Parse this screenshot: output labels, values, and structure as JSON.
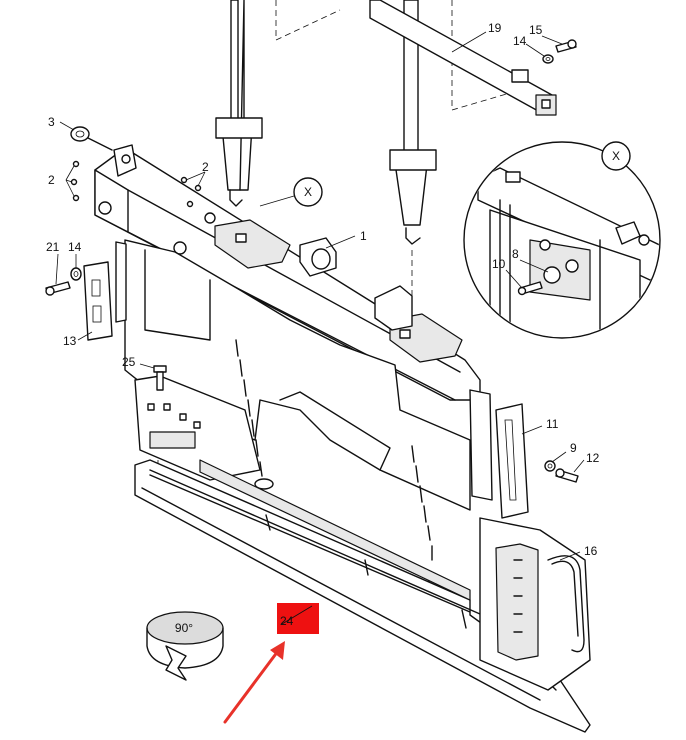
{
  "callouts": [
    {
      "id": "c1",
      "text": "1"
    },
    {
      "id": "c2a",
      "text": "2"
    },
    {
      "id": "c2b",
      "text": "2"
    },
    {
      "id": "c3",
      "text": "3"
    },
    {
      "id": "c8",
      "text": "8"
    },
    {
      "id": "c9",
      "text": "9"
    },
    {
      "id": "c10",
      "text": "10"
    },
    {
      "id": "c11",
      "text": "11"
    },
    {
      "id": "c12",
      "text": "12"
    },
    {
      "id": "c13",
      "text": "13"
    },
    {
      "id": "c14a",
      "text": "14"
    },
    {
      "id": "c14b",
      "text": "14"
    },
    {
      "id": "c15",
      "text": "15"
    },
    {
      "id": "c16",
      "text": "16"
    },
    {
      "id": "c19",
      "text": "19"
    },
    {
      "id": "c21",
      "text": "21"
    },
    {
      "id": "c25",
      "text": "25"
    }
  ],
  "detail_markers": {
    "main": "X",
    "inset": "X"
  },
  "highlight": {
    "label": "24",
    "color": "#ee1111"
  },
  "arrow": {
    "color": "#e8322a"
  },
  "rotation": {
    "label": "90°"
  }
}
